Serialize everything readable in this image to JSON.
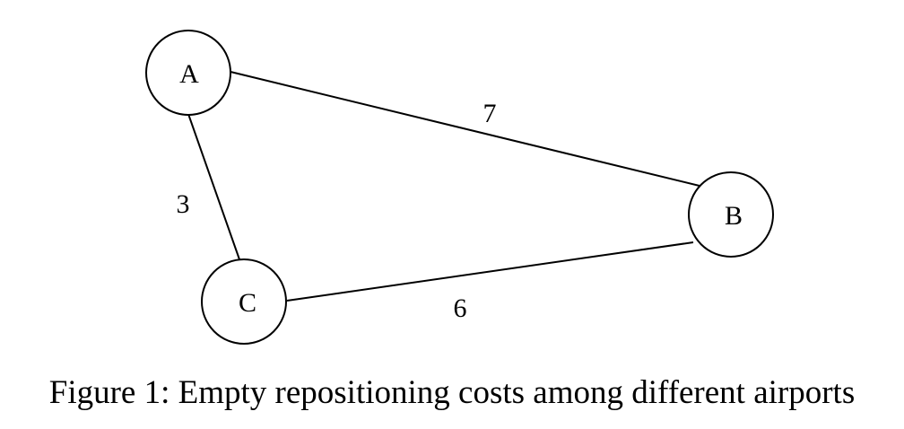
{
  "nodes": [
    {
      "id": "A",
      "label": "A"
    },
    {
      "id": "B",
      "label": "B"
    },
    {
      "id": "C",
      "label": "C"
    }
  ],
  "edges": [
    {
      "from": "A",
      "to": "B",
      "cost": "7"
    },
    {
      "from": "A",
      "to": "C",
      "cost": "3"
    },
    {
      "from": "C",
      "to": "B",
      "cost": "6"
    }
  ],
  "caption": "Figure 1: Empty repositioning costs among different airports"
}
